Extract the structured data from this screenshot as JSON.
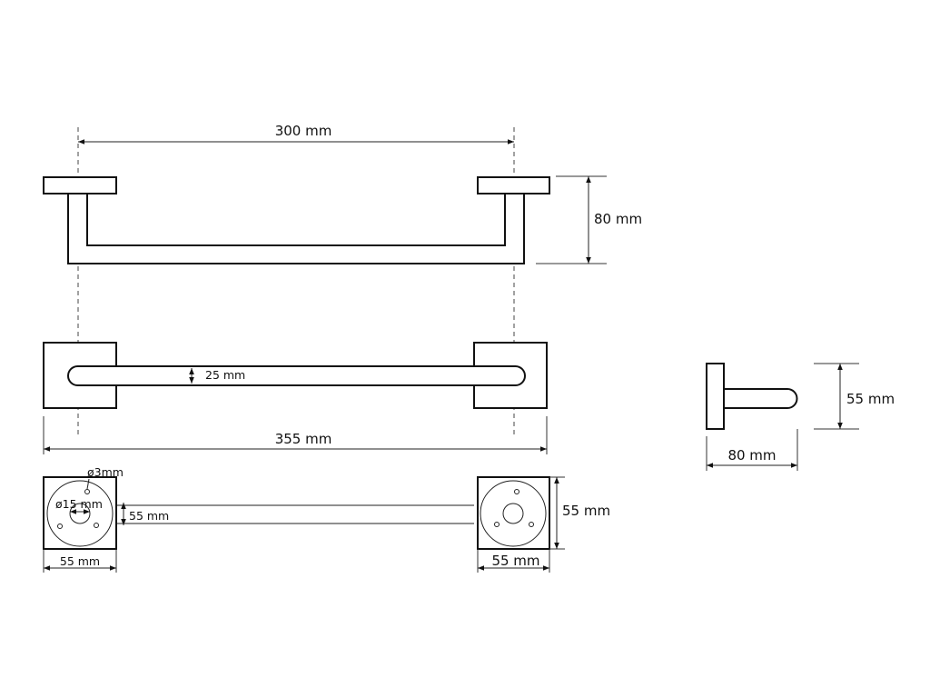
{
  "front_view": {
    "width_label": "300 mm",
    "height_label": "80 mm"
  },
  "top_view": {
    "bar_diameter_label": "25 mm",
    "overall_length_label": "355 mm"
  },
  "side_view": {
    "height_label": "55 mm",
    "depth_label": "80 mm"
  },
  "base_plate_view": {
    "screw_hole_label": "ø3mm",
    "center_hole_label": "ø15 mm",
    "hole_spacing_label": "55 mm",
    "plate_height_label": "55 mm",
    "left_plate_width_label": "55 mm",
    "right_plate_width_label": "55 mm"
  }
}
